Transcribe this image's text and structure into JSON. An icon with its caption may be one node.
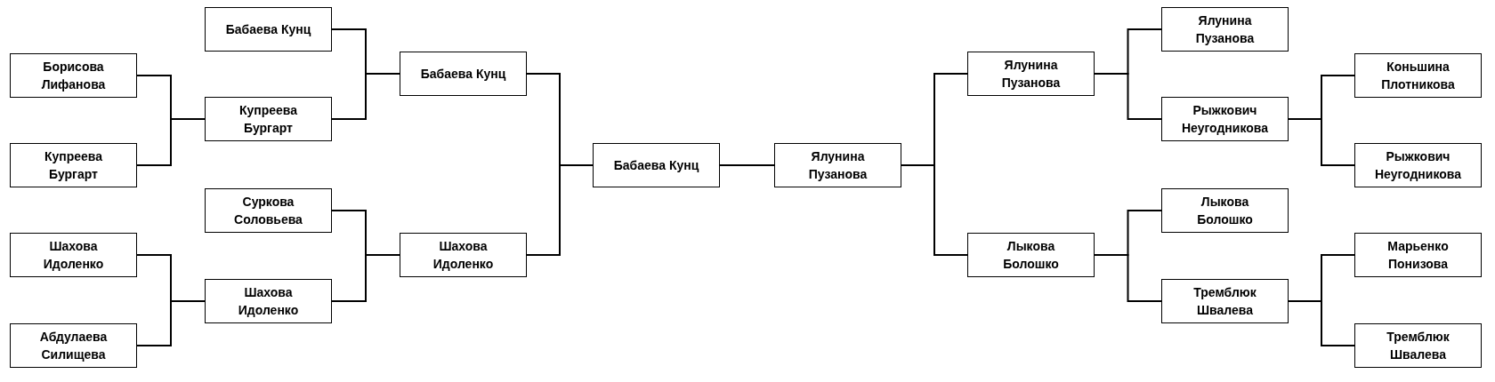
{
  "diagram": {
    "nodes": [
      {
        "text": [
          "Борисова Лифанова"
        ]
      },
      {
        "text": [
          "Купреева Бургарт"
        ]
      },
      {
        "text": [
          "Шахова Идоленко"
        ]
      },
      {
        "text": [
          "Абдулаева Силищева"
        ]
      },
      {
        "text": [
          "Бабаева Кунц"
        ]
      },
      {
        "text": [
          "Купреева Бургарт"
        ]
      },
      {
        "text": [
          "Суркова Соловьева"
        ]
      },
      {
        "text": [
          "Шахова Идоленко"
        ]
      },
      {
        "text": [
          "Бабаева Кунц"
        ]
      },
      {
        "text": [
          "Шахова Идоленко"
        ]
      },
      {
        "text": [
          "Бабаева Кунц"
        ]
      },
      {
        "text": [
          "Ялунина Пузанова"
        ]
      },
      {
        "text": [
          "Ялунина Пузанова"
        ]
      },
      {
        "text": [
          "Лыкова Болошко"
        ]
      },
      {
        "text": [
          "Ялунина Пузанова"
        ]
      },
      {
        "text": [
          "Рыжкович Неугодникова"
        ]
      },
      {
        "text": [
          "Лыкова Болошко"
        ]
      },
      {
        "text": [
          "Тремблюк Швалева"
        ]
      },
      {
        "text": [
          "Коньшина Плотникова"
        ]
      },
      {
        "text": [
          "Рыжкович Неугодникова"
        ]
      },
      {
        "text": [
          "Марьенко Понизова"
        ]
      },
      {
        "text": [
          "Тремблюк Швалева"
        ]
      }
    ],
    "edges": [
      {
        "from": 0,
        "to": 5,
        "arrow": "none"
      },
      {
        "from": 1,
        "to": 5,
        "arrow": "none"
      },
      {
        "from": 2,
        "to": 7,
        "arrow": "none"
      },
      {
        "from": 3,
        "to": 7,
        "arrow": "none"
      },
      {
        "from": 4,
        "to": 8,
        "arrow": "none"
      },
      {
        "from": 5,
        "to": 8,
        "arrow": "none"
      },
      {
        "from": 6,
        "to": 9,
        "arrow": "none"
      },
      {
        "from": 7,
        "to": 9,
        "arrow": "none"
      },
      {
        "from": 8,
        "to": 10,
        "arrow": "none"
      },
      {
        "from": 9,
        "to": 10,
        "arrow": "none"
      },
      {
        "from": 10,
        "to": 11,
        "arrow": "none"
      },
      {
        "from": 12,
        "to": 11,
        "arrow": "none"
      },
      {
        "from": 13,
        "to": 11,
        "arrow": "none"
      },
      {
        "from": 14,
        "to": 12,
        "arrow": "none"
      },
      {
        "from": 15,
        "to": 12,
        "arrow": "none"
      },
      {
        "from": 16,
        "to": 13,
        "arrow": "none"
      },
      {
        "from": 17,
        "to": 13,
        "arrow": "none"
      },
      {
        "from": 18,
        "to": 15,
        "arrow": "none"
      },
      {
        "from": 19,
        "to": 15,
        "arrow": "none"
      },
      {
        "from": 20,
        "to": 17,
        "arrow": "none"
      },
      {
        "from": 21,
        "to": 17,
        "arrow": "none"
      }
    ]
  }
}
